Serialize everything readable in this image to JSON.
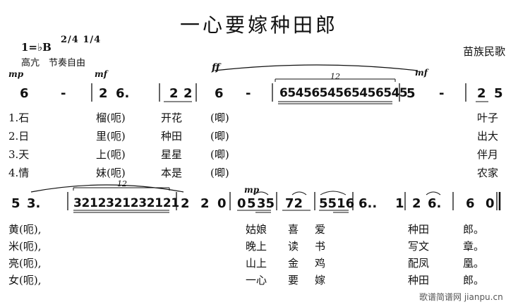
{
  "title": "一心要嫁种田郎",
  "origin": "苗族民歌",
  "key": "1=♭B",
  "time_signature": "2/4 1/4",
  "tempo": "高亢　节奏自由",
  "watermark": "歌谱简谱网 jianpu.cn",
  "line1": {
    "dynamics": [
      "mp",
      "mf",
      "ff",
      "mf"
    ],
    "tuplet": "12",
    "notes": [
      "6",
      "-",
      "2",
      "6.",
      "2",
      "2",
      "6",
      "-",
      "6545654565456545",
      "5",
      "-",
      "2",
      "5"
    ],
    "lyrics": [
      [
        "1.石",
        "榴(呃)",
        "开花",
        "(唧)",
        "叶子"
      ],
      [
        "2.日",
        "里(呃)",
        "种田",
        "(唧)",
        "出大"
      ],
      [
        "3.天",
        "上(呃)",
        "星星",
        "(唧)",
        "伴月"
      ],
      [
        "4.情",
        "妹(呃)",
        "本是",
        "(唧)",
        "农家"
      ]
    ]
  },
  "line2": {
    "dynamics": [
      "mp"
    ],
    "tuplet": "12",
    "notes": [
      "5",
      "3.",
      "3212321232121",
      "2",
      "2",
      "0",
      "0",
      "5",
      "35",
      "72",
      "5516",
      "6..",
      "1",
      "2",
      "6.",
      "6",
      "0"
    ],
    "lyrics": [
      [
        "黄(呃),",
        "姑娘",
        "喜",
        "爱",
        "种田",
        "郎。"
      ],
      [
        "米(呃),",
        "晚上",
        "读",
        "书",
        "写文",
        "章。"
      ],
      [
        "亮(呃),",
        "山上",
        "金",
        "鸡",
        "配凤",
        "凰。"
      ],
      [
        "女(呃),",
        "一心",
        "要",
        "嫁",
        "种田",
        "郎。"
      ]
    ]
  }
}
